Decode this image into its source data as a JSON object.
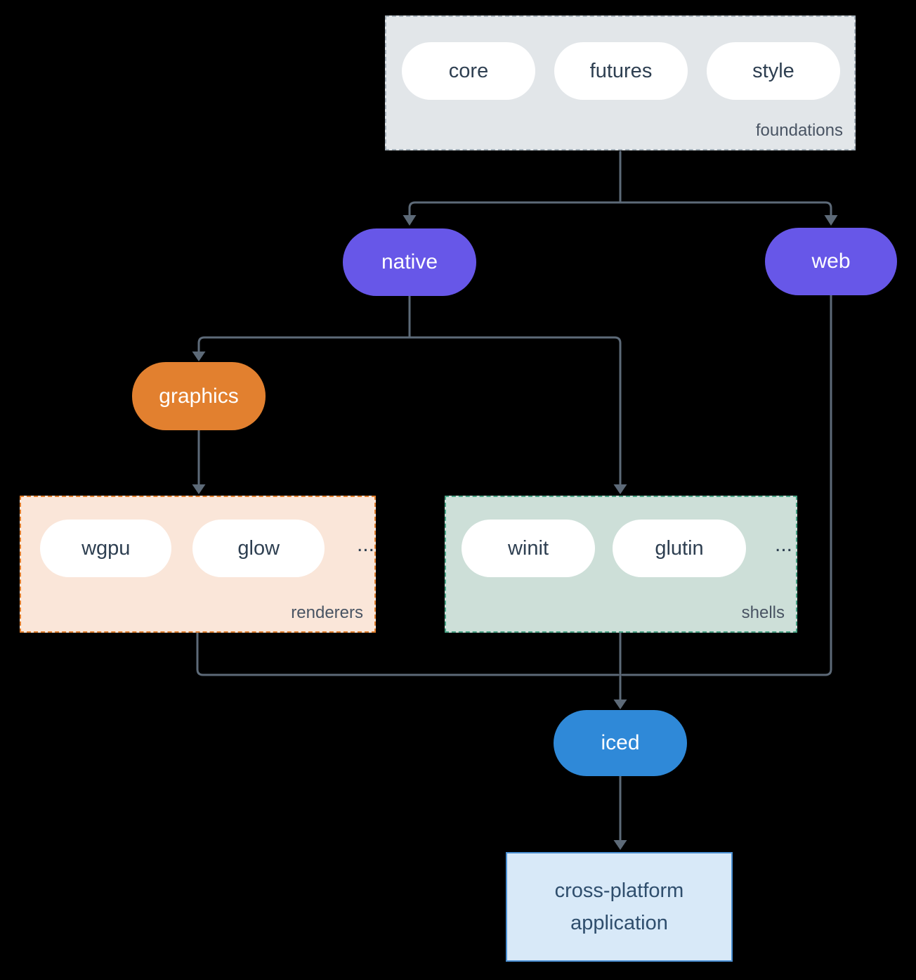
{
  "diagram": {
    "foundations": {
      "label": "foundations",
      "items": [
        "core",
        "futures",
        "style"
      ]
    },
    "native": {
      "label": "native"
    },
    "web": {
      "label": "web"
    },
    "graphics": {
      "label": "graphics"
    },
    "renderers": {
      "label": "renderers",
      "items": [
        "wgpu",
        "glow"
      ],
      "ellipsis": "..."
    },
    "shells": {
      "label": "shells",
      "items": [
        "winit",
        "glutin"
      ],
      "ellipsis": "..."
    },
    "iced": {
      "label": "iced"
    },
    "application": {
      "label": "cross-platform application"
    },
    "colors": {
      "background": "#000000",
      "connector": "#5d6a78",
      "foundations_fill": "#e2e6e9",
      "foundations_border": "#a6b1ba",
      "renderers_fill": "#fae6d9",
      "renderers_border": "#e17f2e",
      "shells_fill": "#cddfd8",
      "shells_border": "#4aa486",
      "pill_fill": "#ffffff",
      "pill_text": "#2e3f51",
      "native_web_fill": "#6757e8",
      "graphics_fill": "#e2802f",
      "iced_fill": "#2f89d8",
      "application_fill": "#d8e9f8",
      "application_border": "#4a8fd3",
      "application_text": "#2f4e6d"
    }
  }
}
